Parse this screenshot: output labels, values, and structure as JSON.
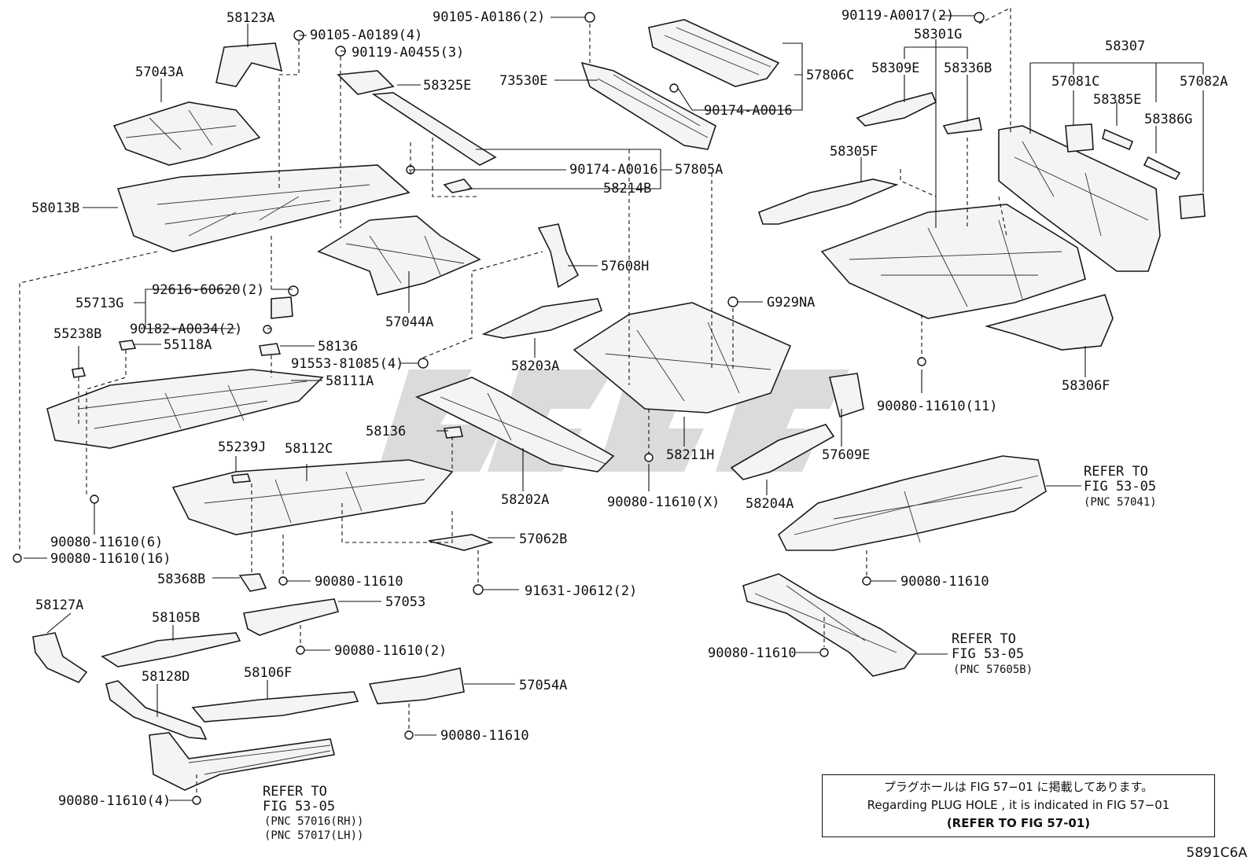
{
  "labels": {
    "58123A": "58123A",
    "90105-A0189": "90105-A0189(4)",
    "90119-A0455": "90119-A0455(3)",
    "90105-A0186": "90105-A0186(2)",
    "57043A": "57043A",
    "58325E": "58325E",
    "73530E": "73530E",
    "57806C": "57806C",
    "90174-A0016a": "90174-A0016",
    "90174-A0016b": "90174-A0016",
    "57805A": "57805A",
    "58214B": "58214B",
    "58013B": "58013B",
    "57044A": "57044A",
    "57608H": "57608H",
    "55713G": "55713G",
    "92616-60620": "92616-60620(2)",
    "90182-A0034": "90182-A0034(2)",
    "55238B": "55238B",
    "55118A": "55118A",
    "58136a": "58136",
    "91553-81085": "91553-81085(4)",
    "58111A": "58111A",
    "58203A": "58203A",
    "G929NA": "G929NA",
    "90119-A0017": "90119-A0017(2)",
    "58301G": "58301G",
    "58309E": "58309E",
    "58336B": "58336B",
    "58307": "58307",
    "57081C": "57081C",
    "57082A": "57082A",
    "58385E": "58385E",
    "58386G": "58386G",
    "58305F": "58305F",
    "58306F": "58306F",
    "90080-11610-11": "90080-11610(11)",
    "55239J": "55239J",
    "58112C": "58112C",
    "58136b": "58136",
    "58202A": "58202A",
    "58211H": "58211H",
    "90080-11610-X": "90080-11610(X)",
    "57609E": "57609E",
    "58204A": "58204A",
    "90080-11610-6": "90080-11610(6)",
    "90080-11610-16": "90080-11610(16)",
    "58368B": "58368B",
    "90080-11610-a": "90080-11610",
    "57062B": "57062B",
    "91631-J0612": "91631-J0612(2)",
    "58127A": "58127A",
    "58105B": "58105B",
    "57053": "57053",
    "90080-11610-2": "90080-11610(2)",
    "58128D": "58128D",
    "58106F": "58106F",
    "57054A": "57054A",
    "90080-11610-b": "90080-11610",
    "90080-11610-4": "90080-11610(4)",
    "90080-11610-c": "90080-11610",
    "90080-11610-d": "90080-11610"
  },
  "refs": {
    "r1": {
      "l1": "REFER TO",
      "l2": "FIG 53-05",
      "l3": "(PNC 57041)"
    },
    "r2": {
      "l1": "REFER TO",
      "l2": "FIG 53-05",
      "l3": "(PNC 57605B)"
    },
    "r3": {
      "l1": "REFER TO",
      "l2": "FIG 53-05",
      "l3": "(PNC 57016(RH))",
      "l4": "(PNC 57017(LH))"
    }
  },
  "note": {
    "jp": "プラグホールは FIG 57−01 に掲載してあります。",
    "en": "Regarding PLUG HOLE , it is indicated in FIG 57−01",
    "ref": "(REFER TO FIG 57-01)"
  },
  "figure_code": "5891C6A",
  "colors": {
    "line": "#111111",
    "watermark": "#c9c9c9"
  }
}
